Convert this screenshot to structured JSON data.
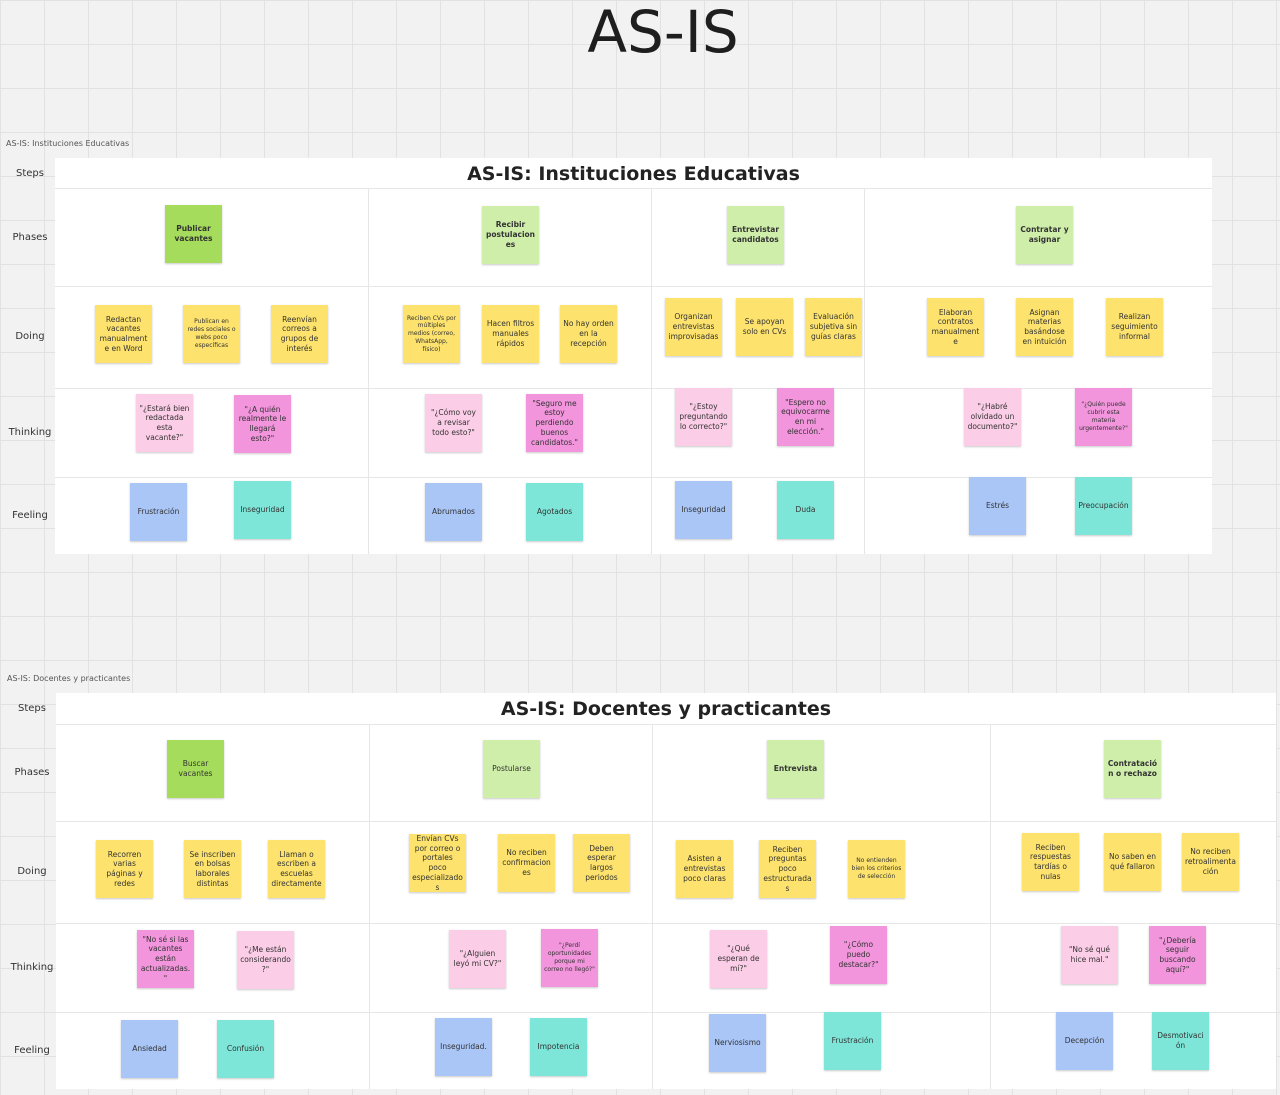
{
  "page_title": "AS-IS",
  "colors": {
    "phase": "#a6dc5c",
    "phase_light": "#cfeeaa",
    "doing": "#fde36e",
    "thinking_light": "#fbcde6",
    "thinking": "#f295dc",
    "feeling_blue": "#a9c6f7",
    "feeling_teal": "#7ee6d8"
  },
  "boards": [
    {
      "frame_label": "AS-IS: Instituciones Educativas",
      "title": "AS-IS: Instituciones Educativas",
      "row_labels": [
        "Steps",
        "Phases",
        "Doing",
        "Thinking",
        "Feeling"
      ],
      "notes": [
        {
          "row": "phases",
          "color": "green",
          "text": "Publicar vacantes"
        },
        {
          "row": "phases",
          "color": "lgreen",
          "text": "Recibir postulaciones"
        },
        {
          "row": "phases",
          "color": "lgreen",
          "text": "Entrevistar candidatos"
        },
        {
          "row": "phases",
          "color": "lgreen",
          "text": "Contratar y asignar"
        },
        {
          "row": "doing",
          "color": "yellow",
          "text": "Redactan vacantes manualmente en Word"
        },
        {
          "row": "doing",
          "color": "yellow",
          "text": "Publican en redes sociales o webs poco específicas"
        },
        {
          "row": "doing",
          "color": "yellow",
          "text": "Reenvían correos a grupos de interés"
        },
        {
          "row": "doing",
          "color": "yellow",
          "text": "Reciben CVs por múltiples medios (correo, WhatsApp, físico)"
        },
        {
          "row": "doing",
          "color": "yellow",
          "text": "Hacen filtros manuales rápidos"
        },
        {
          "row": "doing",
          "color": "yellow",
          "text": "No hay orden en la recepción"
        },
        {
          "row": "doing",
          "color": "yellow",
          "text": "Organizan entrevistas improvisadas"
        },
        {
          "row": "doing",
          "color": "yellow",
          "text": "Se apoyan solo en CVs"
        },
        {
          "row": "doing",
          "color": "yellow",
          "text": "Evaluación subjetiva sin guías claras"
        },
        {
          "row": "doing",
          "color": "yellow",
          "text": "Elaboran contratos manualmente"
        },
        {
          "row": "doing",
          "color": "yellow",
          "text": "Asignan materias basándose en intuición"
        },
        {
          "row": "doing",
          "color": "yellow",
          "text": "Realizan seguimiento informal"
        },
        {
          "row": "thinking",
          "color": "lpink",
          "text": "\"¿Estará bien redactada esta vacante?\""
        },
        {
          "row": "thinking",
          "color": "pink",
          "text": "\"¿A quién realmente le llegará esto?\""
        },
        {
          "row": "thinking",
          "color": "lpink",
          "text": "\"¿Cómo voy a revisar todo esto?\""
        },
        {
          "row": "thinking",
          "color": "pink",
          "text": "\"Seguro me estoy perdiendo buenos candidatos.\""
        },
        {
          "row": "thinking",
          "color": "lpink",
          "text": "\"¿Estoy preguntando lo correcto?\""
        },
        {
          "row": "thinking",
          "color": "pink",
          "text": "\"Espero no equivocarme en mi elección.\""
        },
        {
          "row": "thinking",
          "color": "lpink",
          "text": "\"¿Habré olvidado un documento?\""
        },
        {
          "row": "thinking",
          "color": "pink",
          "text": "\"¿Quién puede cubrir esta materia urgentemente?\""
        },
        {
          "row": "feeling",
          "color": "blue",
          "text": "Frustración"
        },
        {
          "row": "feeling",
          "color": "teal",
          "text": "Inseguridad"
        },
        {
          "row": "feeling",
          "color": "blue",
          "text": "Abrumados"
        },
        {
          "row": "feeling",
          "color": "teal",
          "text": "Agotados"
        },
        {
          "row": "feeling",
          "color": "blue",
          "text": "Inseguridad"
        },
        {
          "row": "feeling",
          "color": "teal",
          "text": "Duda"
        },
        {
          "row": "feeling",
          "color": "blue",
          "text": "Estrés"
        },
        {
          "row": "feeling",
          "color": "teal",
          "text": "Preocupación"
        }
      ]
    },
    {
      "frame_label": "AS-IS: Docentes y practicantes",
      "title": "AS-IS: Docentes y practicantes",
      "row_labels": [
        "Steps",
        "Phases",
        "Doing",
        "Thinking",
        "Feeling"
      ],
      "notes": [
        {
          "row": "phases",
          "color": "green",
          "text": "Buscar vacantes"
        },
        {
          "row": "phases",
          "color": "lgreen",
          "text": "Postularse"
        },
        {
          "row": "phases",
          "color": "lgreen",
          "text": "Entrevista"
        },
        {
          "row": "phases",
          "color": "lgreen",
          "text": "Contratación o rechazo"
        },
        {
          "row": "doing",
          "color": "yellow",
          "text": "Recorren varias páginas y redes"
        },
        {
          "row": "doing",
          "color": "yellow",
          "text": "Se inscriben en bolsas laborales distintas"
        },
        {
          "row": "doing",
          "color": "yellow",
          "text": "Llaman o escriben a escuelas directamente"
        },
        {
          "row": "doing",
          "color": "yellow",
          "text": "Envían CVs por correo o portales poco especializados"
        },
        {
          "row": "doing",
          "color": "yellow",
          "text": "No reciben confirmaciones"
        },
        {
          "row": "doing",
          "color": "yellow",
          "text": "Deben esperar largos periodos"
        },
        {
          "row": "doing",
          "color": "yellow",
          "text": "Asisten a entrevistas poco claras"
        },
        {
          "row": "doing",
          "color": "yellow",
          "text": "Reciben preguntas poco estructuradas"
        },
        {
          "row": "doing",
          "color": "yellow",
          "text": "No entienden bien los criterios de selección"
        },
        {
          "row": "doing",
          "color": "yellow",
          "text": "Reciben respuestas tardías o nulas"
        },
        {
          "row": "doing",
          "color": "yellow",
          "text": "No saben en qué fallaron"
        },
        {
          "row": "doing",
          "color": "yellow",
          "text": "No reciben retroalimentación"
        },
        {
          "row": "thinking",
          "color": "pink",
          "text": "\"No sé si las vacantes están actualizadas.\""
        },
        {
          "row": "thinking",
          "color": "lpink",
          "text": "\"¿Me están considerando?\""
        },
        {
          "row": "thinking",
          "color": "lpink",
          "text": "\"¿Alguien leyó mi CV?\""
        },
        {
          "row": "thinking",
          "color": "pink",
          "text": "\"¿Perdí oportunidades porque mi correo no llegó?\""
        },
        {
          "row": "thinking",
          "color": "lpink",
          "text": "\"¿Qué esperan de mí?\""
        },
        {
          "row": "thinking",
          "color": "pink",
          "text": "\"¿Cómo puedo destacar?\""
        },
        {
          "row": "thinking",
          "color": "lpink",
          "text": "\"No sé qué hice mal.\""
        },
        {
          "row": "thinking",
          "color": "pink",
          "text": "\"¿Debería seguir buscando aquí?\""
        },
        {
          "row": "feeling",
          "color": "blue",
          "text": "Ansiedad"
        },
        {
          "row": "feeling",
          "color": "teal",
          "text": "Confusión"
        },
        {
          "row": "feeling",
          "color": "blue",
          "text": "Inseguridad."
        },
        {
          "row": "feeling",
          "color": "teal",
          "text": "Impotencia"
        },
        {
          "row": "feeling",
          "color": "blue",
          "text": "Nerviosismo"
        },
        {
          "row": "feeling",
          "color": "teal",
          "text": "Frustración"
        },
        {
          "row": "feeling",
          "color": "blue",
          "text": "Decepción"
        },
        {
          "row": "feeling",
          "color": "teal",
          "text": "Desmotivación"
        }
      ]
    }
  ]
}
